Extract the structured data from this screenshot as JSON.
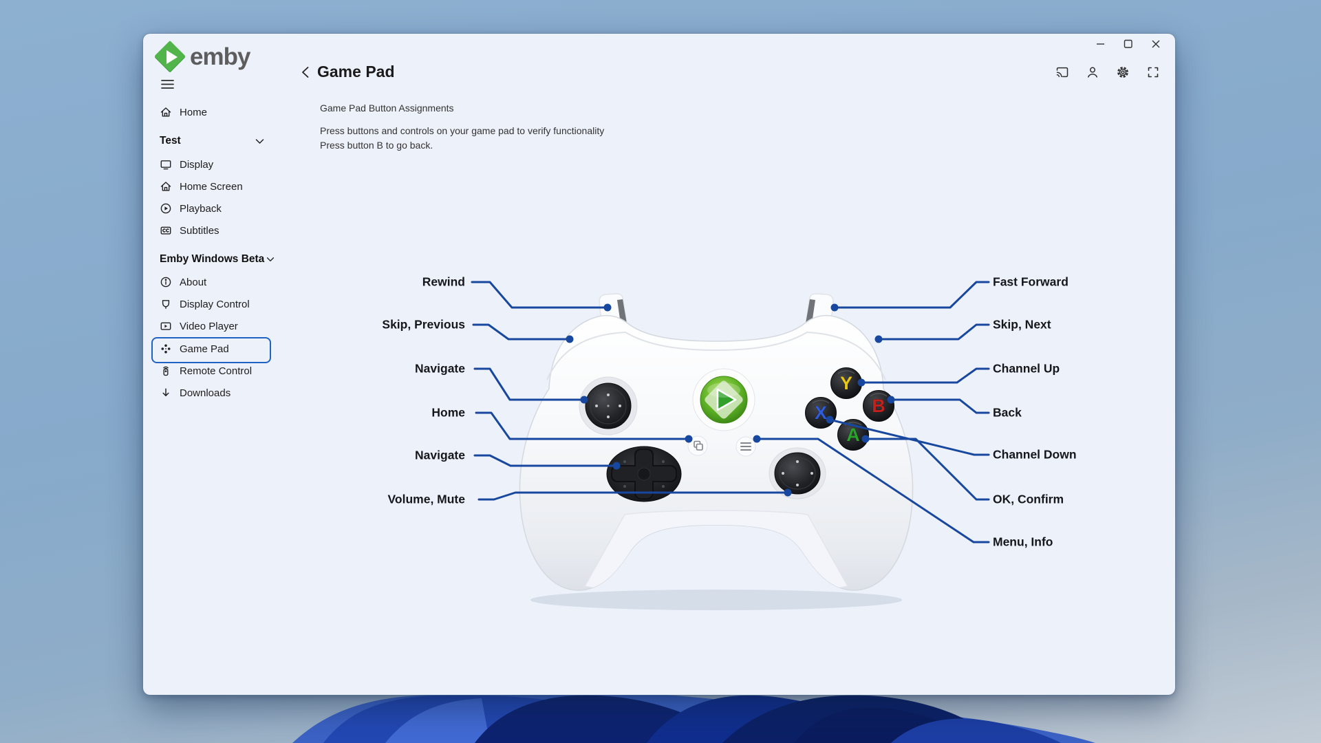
{
  "app": {
    "brand": "emby"
  },
  "header": {
    "title": "Game Pad"
  },
  "titlebar_icons": [
    "cast",
    "user",
    "settings",
    "fullscreen"
  ],
  "sidebar": {
    "home_label": "Home",
    "sections": [
      {
        "title": "Test",
        "items": [
          "Display",
          "Home Screen",
          "Playback",
          "Subtitles"
        ]
      },
      {
        "title": "Emby Windows Beta",
        "items": [
          "About",
          "Display Control",
          "Video Player",
          "Game Pad",
          "Remote Control",
          "Downloads"
        ]
      }
    ],
    "selected_item": "Game Pad"
  },
  "content": {
    "heading": "Game Pad Button Assignments",
    "instructions": [
      "Press buttons and controls on your game pad to verify functionality",
      "Press button B to go back."
    ]
  },
  "diagram": {
    "left_labels": [
      "Rewind",
      "Skip, Previous",
      "Navigate",
      "Home",
      "Navigate",
      "Volume, Mute"
    ],
    "right_labels": [
      "Fast Forward",
      "Skip, Next",
      "Channel Up",
      "Back",
      "Channel Down",
      "OK, Confirm",
      "Menu, Info"
    ],
    "buttons": {
      "y": "Y",
      "b": "B",
      "x": "X",
      "a": "A"
    }
  },
  "icons": {
    "hamburger": "menu",
    "back": "chevron-left",
    "cast": "cast-screen",
    "user": "person",
    "settings": "gear",
    "fullscreen": "expand-corners",
    "minimize": "window-minimize",
    "maximize": "window-maximize",
    "close": "window-close"
  },
  "colors": {
    "accent": "#1f63c5",
    "connector_line": "#17479e",
    "emby_green": "#52b54b",
    "button_y": "#e8c713",
    "button_b": "#c2211c",
    "button_x": "#2f5cd8",
    "button_a": "#2ba32b"
  }
}
